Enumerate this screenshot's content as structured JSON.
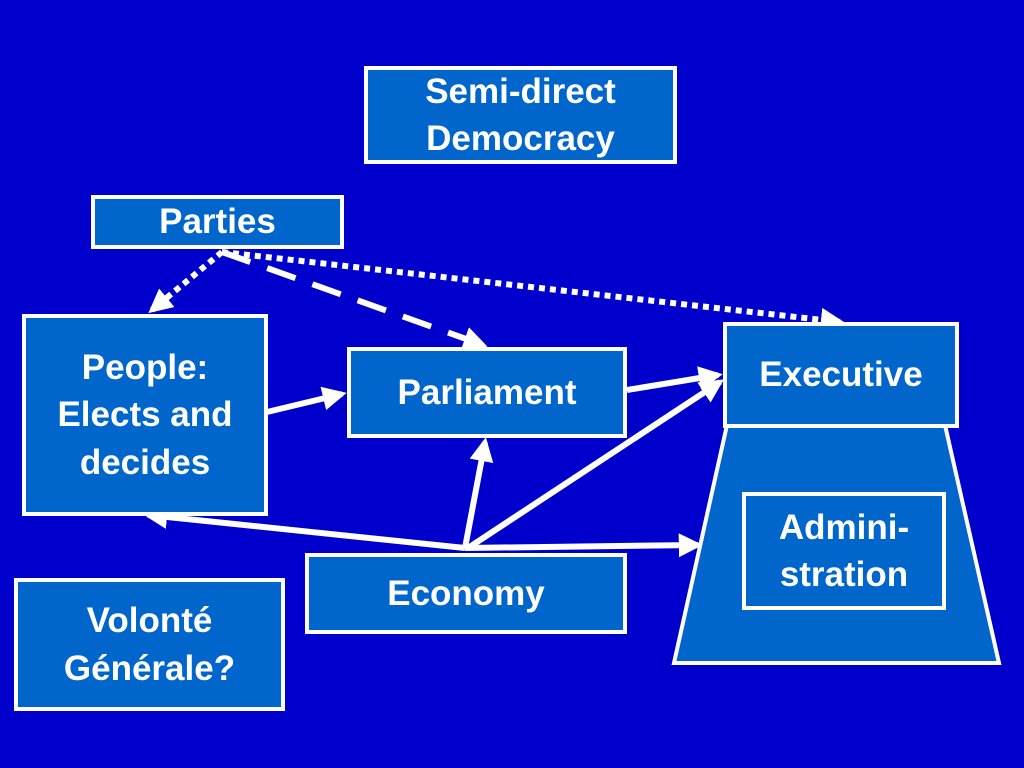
{
  "title": "Semi-direct\nDemocracy",
  "nodes": {
    "parties": "Parties",
    "people": "People:\nElects and\ndecides",
    "parliament": "Parliament",
    "executive": "Executive",
    "administration": "Admini-\nstration",
    "economy": "Economy",
    "volonte": "Volonté\nGénérale?"
  },
  "colors": {
    "background": "#0000cc",
    "box_fill": "#0066cc",
    "line": "#ffffff"
  }
}
